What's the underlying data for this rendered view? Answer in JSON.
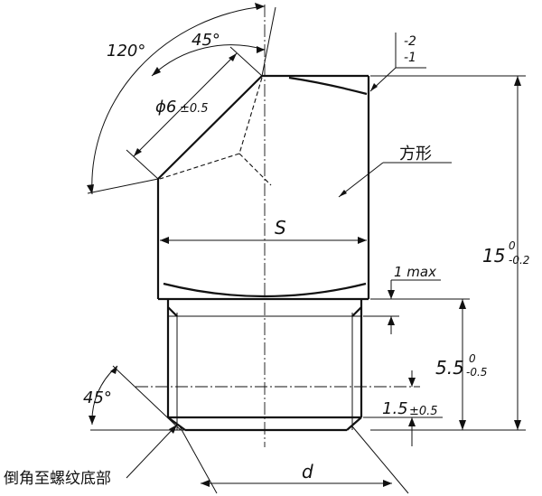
{
  "drawing": {
    "labels": {
      "angle_120": "120°",
      "angle_45_top": "45°",
      "dia_6": "ϕ6",
      "dia_6_tol": "±0.5",
      "square_note": "方形",
      "across_flats": "S",
      "chamfer_main": "-2",
      "chamfer_sub": "-1",
      "height_15": "15",
      "height_15_up": "0",
      "height_15_lo": "-0.2",
      "max_1": "1 max",
      "thread_len": "5.5",
      "thread_len_up": "0",
      "thread_len_lo": "-0.5",
      "groove": "1.5",
      "groove_tol": "±0.5",
      "angle_45_bottom": "45°",
      "chamfer_note": "倒角至螺纹底部",
      "thread_d": "d"
    }
  }
}
